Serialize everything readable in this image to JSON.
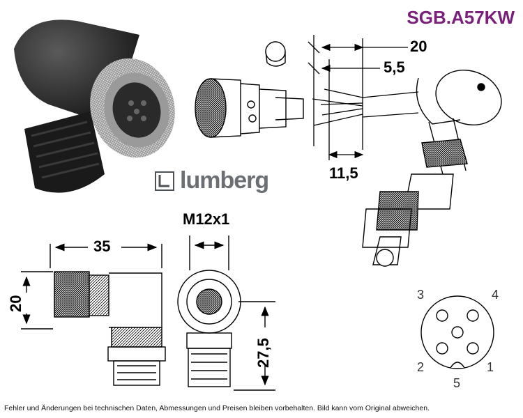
{
  "product_code": "SGB.A57KW",
  "brand": {
    "name": "lumberg",
    "logo_icon": "lumberg-logo-icon"
  },
  "dimensions": {
    "cable_length": "20",
    "strip_short": "5,5",
    "strip_wire": "11,5",
    "thread": "M12x1",
    "length": "35",
    "height": "20",
    "offset": "27,5"
  },
  "pinout": {
    "labels": [
      "1",
      "2",
      "3",
      "4",
      "5"
    ]
  },
  "footer": "Fehler und Änderungen bei technischen Daten, Abmessungen und Preisen bleiben vorbehalten. Bild kann vom Original abweichen."
}
